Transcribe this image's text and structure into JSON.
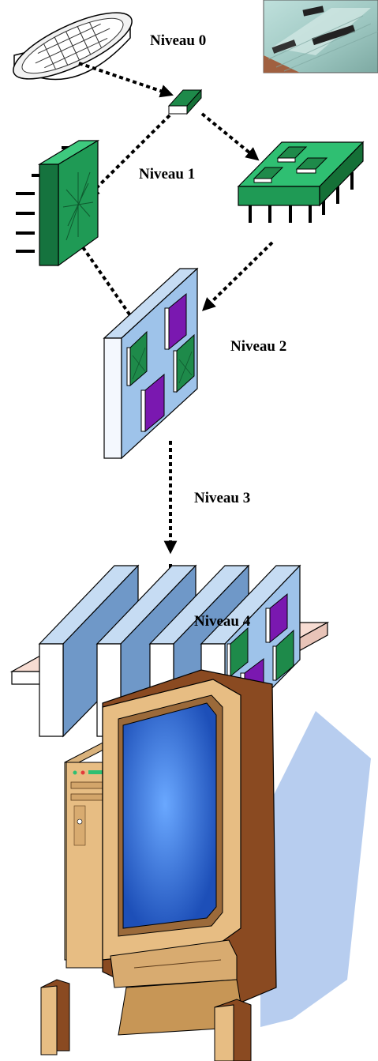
{
  "levels": {
    "level0": "Niveau 0",
    "level1": "Niveau 1",
    "level2": "Niveau 2",
    "level3": "Niveau 3",
    "level4": "Niveau 4"
  },
  "colors": {
    "chip_green": "#1e8a4a",
    "chip_green_light": "#2fbf72",
    "board_blue": "#9ec3ea",
    "board_blue_dark": "#6f98c8",
    "chip_purple": "#7a18b0",
    "rack_base": "#f7dcd2",
    "monitor_beige": "#e7bd83",
    "monitor_brown": "#8a4a21",
    "screen_blue": "#2f72d6"
  },
  "icons": [
    "wafer-icon",
    "die-photo-icon",
    "chip-icon",
    "quad-package-icon",
    "multichip-module-icon",
    "circuit-board-icon",
    "rack-icon",
    "computer-icon"
  ]
}
